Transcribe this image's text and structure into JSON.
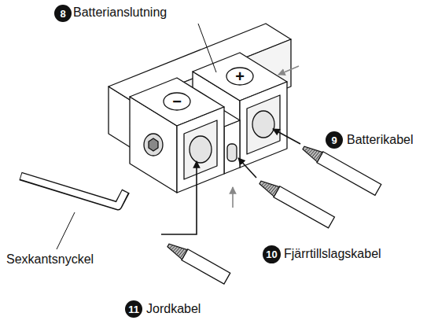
{
  "diagram": {
    "nodes": [
      {
        "text": [
          "8"
        ]
      },
      {
        "text": [
          "9"
        ]
      },
      {
        "text": [
          "10"
        ]
      },
      {
        "text": [
          "11"
        ]
      }
    ],
    "labels": [
      "Batterianslutning",
      "Batterikabel",
      "Fjärrtillslagskabel",
      "Jordkabel",
      "Sexkantsnyckel",
      "+",
      "−"
    ]
  }
}
